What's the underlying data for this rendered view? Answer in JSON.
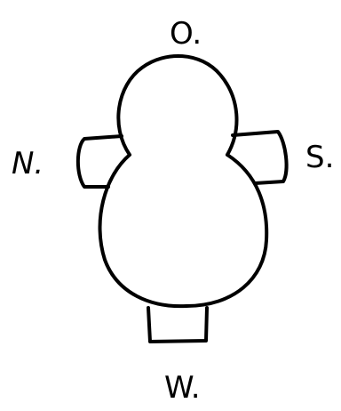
{
  "labels": {
    "top": "O.",
    "left": "N.",
    "right": "S.",
    "bottom": "W."
  },
  "colors": {
    "ink": "#000000",
    "background": "#ffffff"
  }
}
